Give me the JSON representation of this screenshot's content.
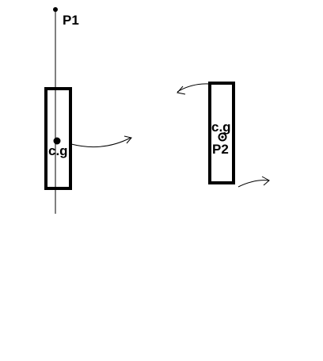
{
  "labels": {
    "pivot_label": "P1",
    "left_cg_label": "c.g",
    "right_cg_label": "c.g",
    "right_pivot_label": "P2"
  },
  "colors": {
    "stroke": "#000000",
    "background": "#ffffff"
  }
}
